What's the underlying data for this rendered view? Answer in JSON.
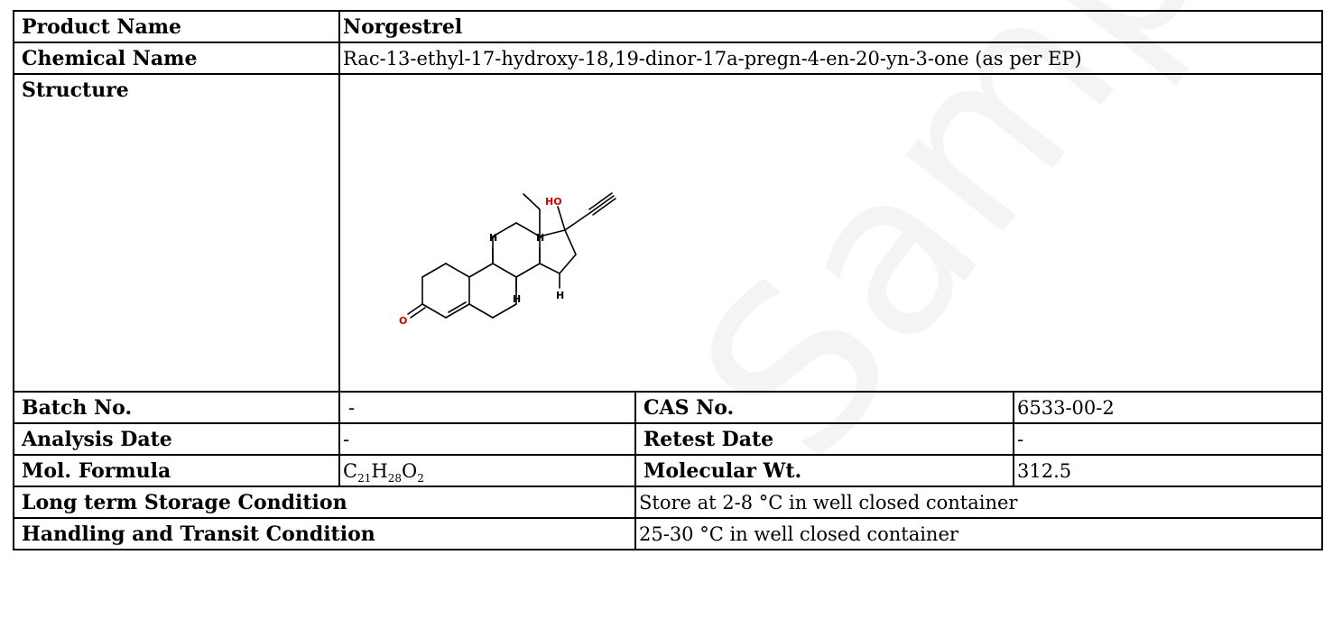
{
  "rows": {
    "product_name": {
      "label": "Product Name",
      "value": "Norgestrel"
    },
    "chemical_name": {
      "label": "Chemical Name",
      "value": "Rac-13-ethyl-17-hydroxy-18,19-dinor-17a-pregn-4-en-20-yn-3-one (as per EP)"
    },
    "structure": {
      "label": "Structure"
    },
    "batch": {
      "label": "Batch No.",
      "value": "-",
      "label2": "CAS No.",
      "value2": "6533-00-2"
    },
    "analysis": {
      "label": "Analysis Date",
      "value": "-",
      "label2": "Retest Date",
      "value2": "-"
    },
    "formula": {
      "label": "Mol. Formula",
      "c": "C",
      "c_n": "21",
      "h": "H",
      "h_n": "28",
      "o": "O",
      "o_n": "2",
      "label2": "Molecular Wt.",
      "value2": "312.5"
    },
    "storage": {
      "label": "Long term Storage Condition",
      "value": "Store at 2-8 °C in well closed container"
    },
    "handling": {
      "label": "Handling and Transit Condition",
      "value": "25-30 °C in well closed container"
    }
  },
  "structure_atoms": {
    "oh": "HO",
    "o": "O",
    "h": "H"
  },
  "watermark": "Sample COA",
  "colors": {
    "heteroatom": "#d40000",
    "border": "#000000"
  },
  "icons": [
    "chemical-structure-diagram"
  ]
}
